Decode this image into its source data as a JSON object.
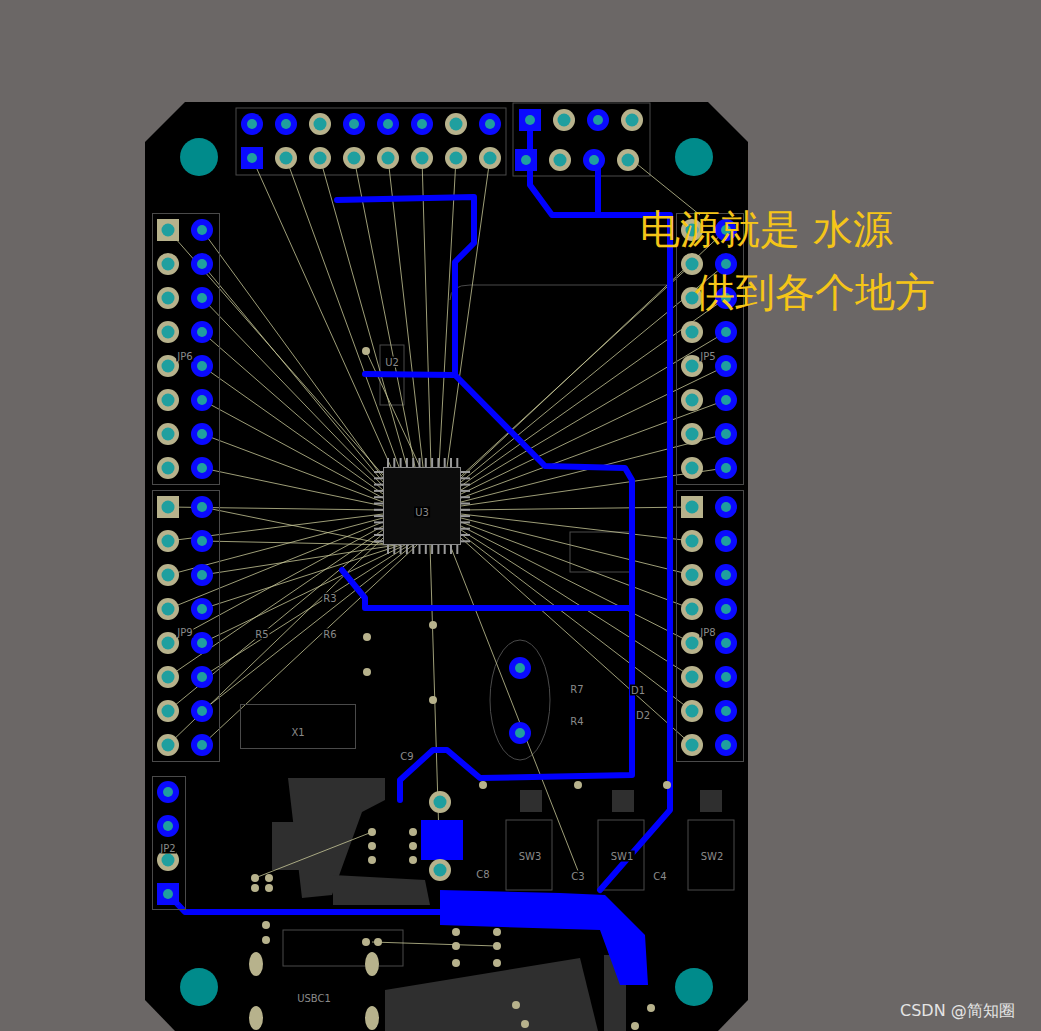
{
  "diagram": {
    "nodes": [
      {
        "text": [
          "JP6"
        ]
      },
      {
        "text": [
          "JP5"
        ]
      },
      {
        "text": [
          "U3"
        ]
      },
      {
        "text": [
          "JP9"
        ]
      },
      {
        "text": [
          "JP8"
        ]
      },
      {
        "text": [
          "X1"
        ]
      },
      {
        "text": [
          "JP2"
        ]
      }
    ],
    "labels": [
      "电源就是 水源",
      "供到各个地方",
      "U2",
      "R3",
      "R5",
      "R6",
      "C9",
      "R7",
      "R4",
      "D1",
      "D2",
      "C8",
      "C3",
      "C4",
      "SW3",
      "SW1",
      "SW2",
      "USBC1",
      "CSDN @简知圈"
    ]
  }
}
